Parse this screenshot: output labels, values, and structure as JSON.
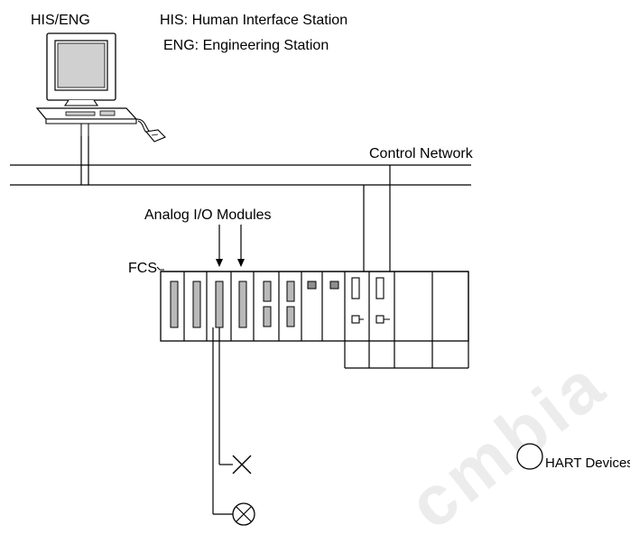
{
  "labels": {
    "his_eng": "HIS/ENG",
    "legend_his": "HIS: Human Interface Station",
    "legend_eng": "ENG: Engineering Station",
    "control_network": "Control Network",
    "analog_io_modules": "Analog I/O Modules",
    "fcs": "FCS",
    "hart_devices": "HART Devices"
  },
  "watermark": {
    "text": "cmbia"
  },
  "icons": {
    "workstation": "computer-workstation-icon",
    "mouse": "mouse-icon",
    "hart_device": "hart-device-circle-icon",
    "valve": "valve-x-icon",
    "lamp": "lamp-x-circle-icon"
  },
  "colors": {
    "line": "#000000",
    "module_fill": "#b9b9b9",
    "watermark": "#ececec"
  }
}
